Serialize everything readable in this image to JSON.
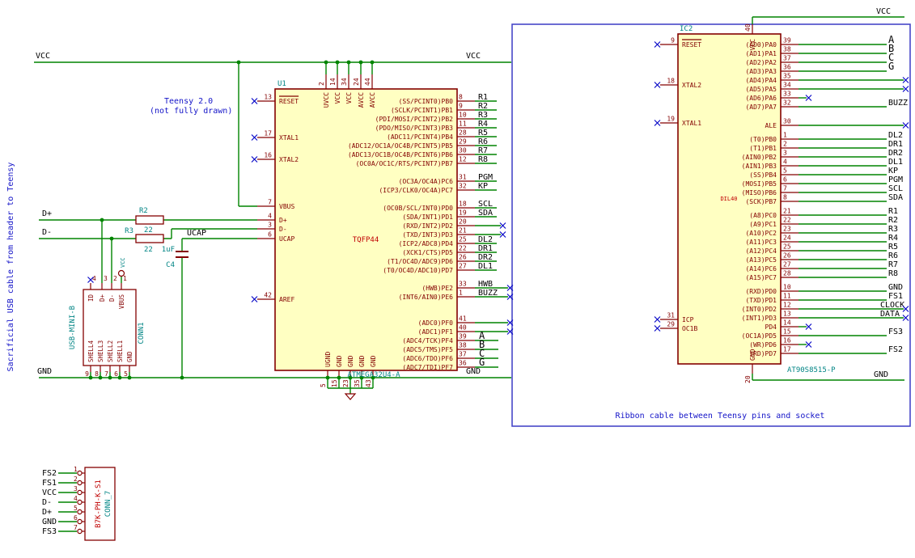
{
  "colors": {
    "wire_green": "#008400",
    "symbol_maroon": "#840000",
    "symbol_fill_yellow": "#FFFFC2",
    "field_teal": "#008484",
    "footprint_red": "#C00000",
    "label_black": "#000000",
    "note_blue": "#1414C8",
    "sheet_blue": "#4848C8",
    "noconnect_blue": "#0A0AC8"
  },
  "notes": {
    "left_cable": "Sacrificial USB cable from header to Teensy",
    "teensy_1": "Teensy 2.0",
    "teensy_2": "(not fully drawn)",
    "ribbon": "Ribbon cable between Teensy pins and socket"
  },
  "net_labels": {
    "vcc_left": "VCC",
    "vcc_right": "VCC",
    "gnd_left": "GND",
    "gnd_right": "GND",
    "d_plus": "D+",
    "d_minus": "D-",
    "ucap": "UCAP",
    "vcc_ic2": "VCC",
    "gnd_ic2": "GND",
    "conn1_vcc": "VCC"
  },
  "u1": {
    "reference": "U1",
    "value": "ATMEGA32U4-A",
    "footprint": "TQFP44",
    "top_pins": [
      {
        "number": "2",
        "name": "UVCC"
      },
      {
        "number": "14",
        "name": "VCC"
      },
      {
        "number": "34",
        "name": "VCC"
      },
      {
        "number": "24",
        "name": "AVCC"
      },
      {
        "number": "44",
        "name": "AVCC"
      }
    ],
    "bottom_pins": [
      {
        "number": "5",
        "name": "UGND"
      },
      {
        "number": "15",
        "name": "GND"
      },
      {
        "number": "23",
        "name": "GND"
      },
      {
        "number": "35",
        "name": "GND"
      },
      {
        "number": "43",
        "name": "GND"
      }
    ],
    "left_pins": [
      {
        "number": "13",
        "name": "RESET"
      },
      {
        "number": "17",
        "name": "XTAL1"
      },
      {
        "number": "16",
        "name": "XTAL2"
      },
      {
        "number": "7",
        "name": "VBUS"
      },
      {
        "number": "4",
        "name": "D+"
      },
      {
        "number": "3",
        "name": "D-"
      },
      {
        "number": "6",
        "name": "UCAP"
      },
      {
        "number": "42",
        "name": "AREF"
      }
    ],
    "right_pins": [
      {
        "number": "8",
        "name": "(SS/PCINT0)PB0",
        "label": "R1"
      },
      {
        "number": "9",
        "name": "(SCLK/PCINT1)PB1",
        "label": "R2"
      },
      {
        "number": "10",
        "name": "(PDI/MOSI/PCINT2)PB2",
        "label": "R3"
      },
      {
        "number": "11",
        "name": "(PDO/MISO/PCINT3)PB3",
        "label": "R4"
      },
      {
        "number": "28",
        "name": "(ADC11/PCINT4)PB4",
        "label": "R5"
      },
      {
        "number": "29",
        "name": "(ADC12/OC1A/OC4B/PCINT5)PB5",
        "label": "R6"
      },
      {
        "number": "30",
        "name": "(ADC13/OC1B/OC4B/PCINT6)PB6",
        "label": "R7"
      },
      {
        "number": "12",
        "name": "(OC0A/OC1C/RTS/PCINT7)PB7",
        "label": "R8"
      },
      {
        "number": "31",
        "name": "(OC3A/OC4A)PC6",
        "label": "PGM"
      },
      {
        "number": "32",
        "name": "(ICP3/CLK0/OC4A)PC7",
        "label": "KP"
      },
      {
        "number": "18",
        "name": "(OC0B/SCL/INT0)PD0",
        "label": "SCL"
      },
      {
        "number": "19",
        "name": "(SDA/INT1)PD1",
        "label": "SDA"
      },
      {
        "number": "20",
        "name": "(RXD/INT2)PD2"
      },
      {
        "number": "21",
        "name": "(TXD/INT3)PD3"
      },
      {
        "number": "25",
        "name": "(ICP2/ADC8)PD4",
        "label": "DL2"
      },
      {
        "number": "22",
        "name": "(XCK1/CTS)PD5",
        "label": "DR1"
      },
      {
        "number": "26",
        "name": "(T1/OC4D/ADC9)PD6",
        "label": "DR2"
      },
      {
        "number": "27",
        "name": "(T0/OC4D/ADC10)PD7",
        "label": "DL1"
      },
      {
        "number": "33",
        "name": "(HWB)PE2",
        "label": "HWB"
      },
      {
        "number": "1",
        "name": "(INT6/AIN0)PE6",
        "label": "BUZZ"
      },
      {
        "number": "41",
        "name": "(ADC0)PF0"
      },
      {
        "number": "40",
        "name": "(ADC1)PF1"
      },
      {
        "number": "39",
        "name": "(ADC4/TCK)PF4",
        "label": "A"
      },
      {
        "number": "38",
        "name": "(ADC5/TMS)PF5",
        "label": "B"
      },
      {
        "number": "37",
        "name": "(ADC6/TDO)PF6",
        "label": "C"
      },
      {
        "number": "36",
        "name": "(ADC7/TDI)PF7",
        "label": "G"
      }
    ]
  },
  "ic2": {
    "reference": "IC2",
    "value": "AT90S8515-P",
    "footprint": "DIL40",
    "top_pin": {
      "number": "40",
      "name": "VCC"
    },
    "bottom_pin": {
      "number": "20",
      "name": "GND"
    },
    "left_pins": [
      {
        "number": "9",
        "name": "RESET"
      },
      {
        "number": "18",
        "name": "XTAL2"
      },
      {
        "number": "19",
        "name": "XTAL1"
      },
      {
        "number": "31",
        "name": "ICP"
      },
      {
        "number": "29",
        "name": "OC1B"
      }
    ],
    "right_pins": [
      {
        "number": "39",
        "name": "(AD0)PA0",
        "label": "A"
      },
      {
        "number": "38",
        "name": "(AD1)PA1",
        "label": "B"
      },
      {
        "number": "37",
        "name": "(AD2)PA2",
        "label": "C"
      },
      {
        "number": "36",
        "name": "(AD3)PA3",
        "label": "G"
      },
      {
        "number": "35",
        "name": "(AD4)PA4"
      },
      {
        "number": "34",
        "name": "(AD5)PA5"
      },
      {
        "number": "33",
        "name": "(AD6)PA6"
      },
      {
        "number": "32",
        "name": "(AD7)PA7",
        "label": "BUZZ"
      },
      {
        "number": "30",
        "name": "ALE"
      },
      {
        "number": "1",
        "name": "(T0)PB0",
        "label": "DL2"
      },
      {
        "number": "2",
        "name": "(T1)PB1",
        "label": "DR1"
      },
      {
        "number": "3",
        "name": "(AIN0)PB2",
        "label": "DR2"
      },
      {
        "number": "4",
        "name": "(AIN1)PB3",
        "label": "DL1"
      },
      {
        "number": "5",
        "name": "(SS)PB4",
        "label": "KP"
      },
      {
        "number": "6",
        "name": "(MOSI)PB5",
        "label": "PGM"
      },
      {
        "number": "7",
        "name": "(MISO)PB6",
        "label": "SCL"
      },
      {
        "number": "8",
        "name": "(SCK)PB7",
        "label": "SDA"
      },
      {
        "number": "21",
        "name": "(A8)PC0",
        "label": "R1"
      },
      {
        "number": "22",
        "name": "(A9)PC1",
        "label": "R2"
      },
      {
        "number": "23",
        "name": "(A10)PC2",
        "label": "R3"
      },
      {
        "number": "24",
        "name": "(A11)PC3",
        "label": "R4"
      },
      {
        "number": "25",
        "name": "(A12)PC4",
        "label": "R5"
      },
      {
        "number": "26",
        "name": "(A13)PC5",
        "label": "R6"
      },
      {
        "number": "27",
        "name": "(A14)PC6",
        "label": "R7"
      },
      {
        "number": "28",
        "name": "(A15)PC7",
        "label": "R8"
      },
      {
        "number": "10",
        "name": "(RXD)PD0",
        "label": "GND"
      },
      {
        "number": "11",
        "name": "(TXD)PD1",
        "label": "FS1"
      },
      {
        "number": "12",
        "name": "(INT0)PD2",
        "label": "CLOCK"
      },
      {
        "number": "13",
        "name": "(INT1)PD3",
        "label": "DATA"
      },
      {
        "number": "14",
        "name": "PD4"
      },
      {
        "number": "15",
        "name": "(OC1A)PD5",
        "label": "FS3"
      },
      {
        "number": "16",
        "name": "(WR)PD6"
      },
      {
        "number": "17",
        "name": "(RD)PD7",
        "label": "FS2"
      }
    ]
  },
  "conn1": {
    "reference": "CONN1",
    "value": "USB-MINI-B",
    "top_pins": [
      {
        "number": "4",
        "name": "ID"
      },
      {
        "number": "3",
        "name": "D+"
      },
      {
        "number": "2",
        "name": "D-"
      },
      {
        "number": "1",
        "name": "VBUS"
      }
    ],
    "bottom_pins": [
      {
        "number": "9",
        "name": "SHELL4"
      },
      {
        "number": "8",
        "name": "SHELL3"
      },
      {
        "number": "7",
        "name": "SHELL2"
      },
      {
        "number": "6",
        "name": "SHELL1"
      },
      {
        "number": "5",
        "name": "GND"
      }
    ]
  },
  "conn7": {
    "reference": "CONN_7",
    "value": "B7K-PH-K-S1",
    "pins": [
      {
        "number": "1",
        "label": "FS2"
      },
      {
        "number": "2",
        "label": "FS1"
      },
      {
        "number": "3",
        "label": "VCC"
      },
      {
        "number": "4",
        "label": "D-"
      },
      {
        "number": "5",
        "label": "D+"
      },
      {
        "number": "6",
        "label": "GND"
      },
      {
        "number": "7",
        "label": "FS3"
      }
    ]
  },
  "r2": {
    "reference": "R2",
    "value": "22"
  },
  "r3": {
    "reference": "R3",
    "value": "22"
  },
  "c4": {
    "reference": "C4",
    "value": "1uF"
  }
}
